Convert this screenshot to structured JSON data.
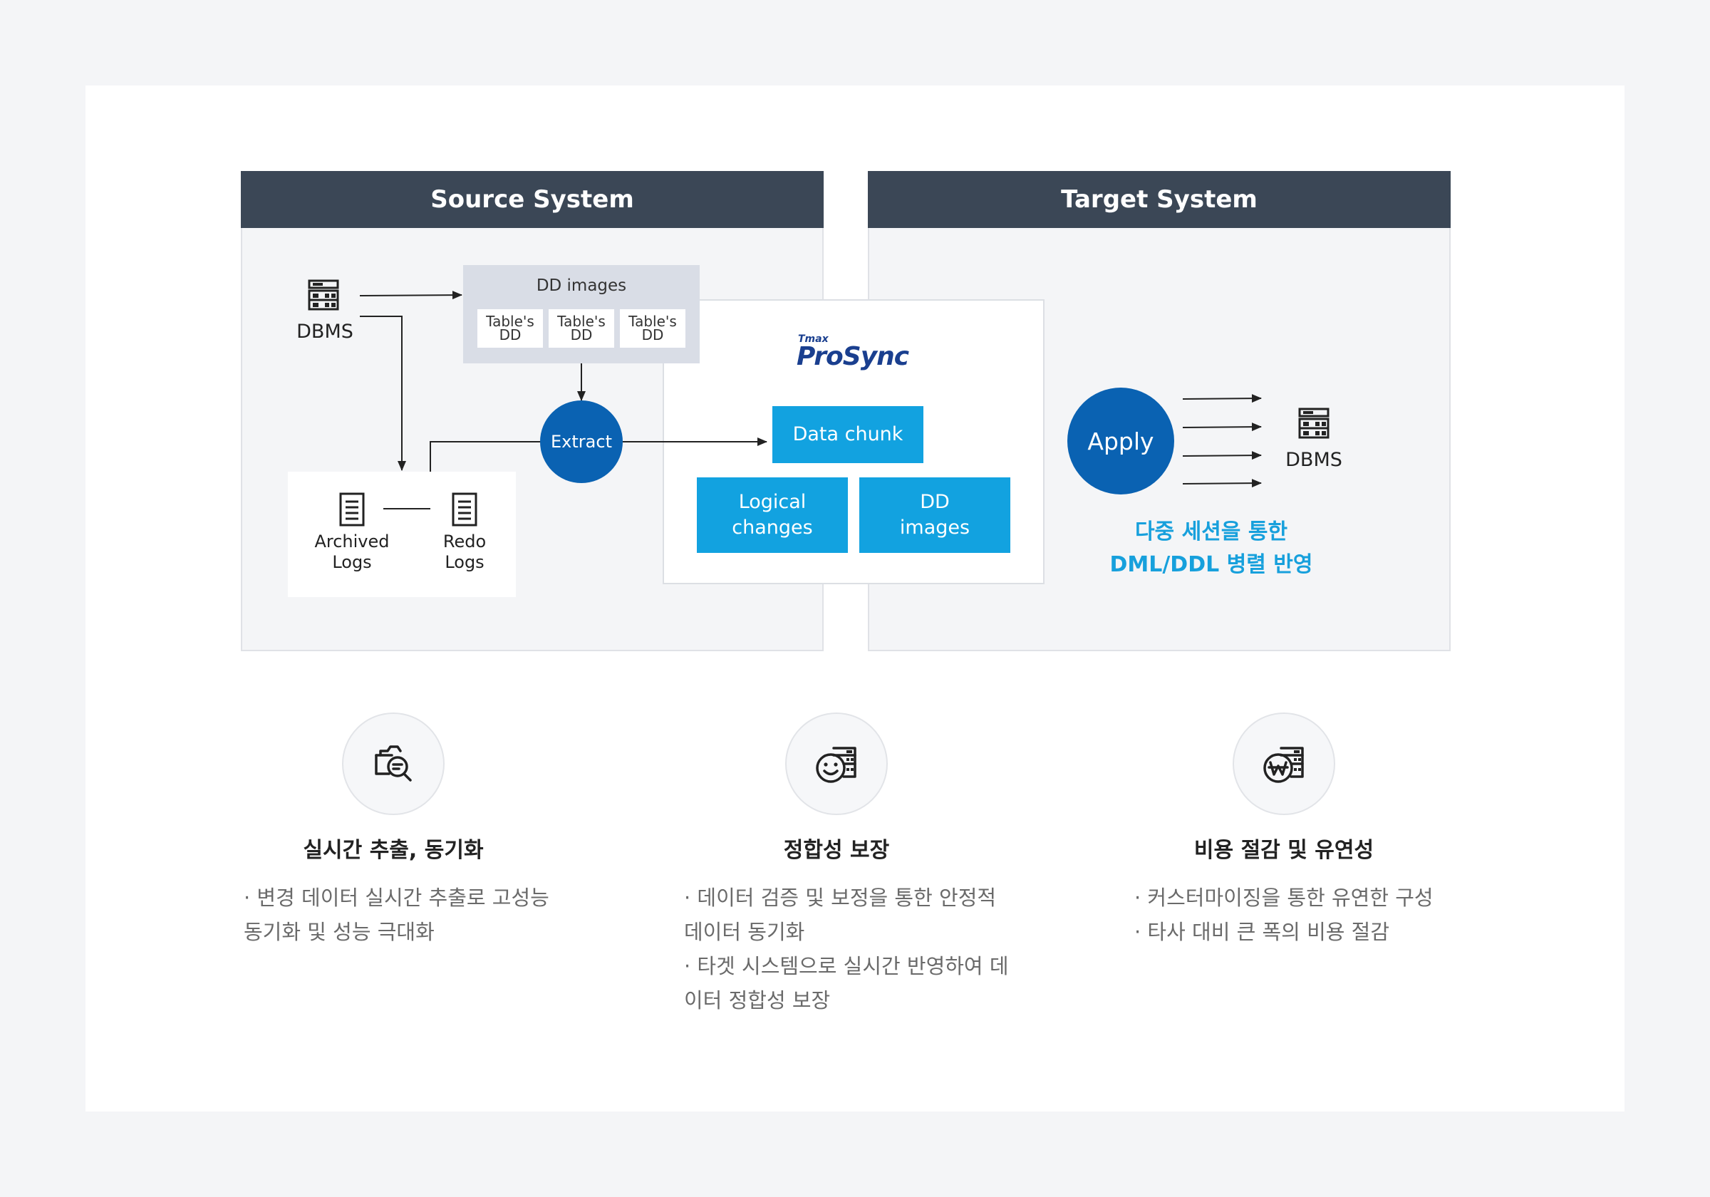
{
  "diagram": {
    "source_header": "Source System",
    "target_header": "Target System",
    "source_dbms_label": "DBMS",
    "dd_images": {
      "title": "DD images",
      "cells": [
        {
          "line1": "Table's",
          "line2": "DD"
        },
        {
          "line1": "Table's",
          "line2": "DD"
        },
        {
          "line1": "Table's",
          "line2": "DD"
        }
      ]
    },
    "archived_logs_label": "Archived\nLogs",
    "redo_logs_label": "Redo\nLogs",
    "extract_label": "Extract",
    "prosync": {
      "brand_small": "Tmax",
      "brand_name": "ProSync",
      "data_chunk": "Data chunk",
      "logical_changes": "Logical\nchanges",
      "dd_images": "DD\nimages"
    },
    "apply_label": "Apply",
    "target_dbms_label": "DBMS",
    "target_caption": "다중 세션을 통한\nDML/DDL 병렬 반영"
  },
  "features": [
    {
      "icon": "document-search-icon",
      "title": "실시간 추출, 동기화",
      "lines": [
        "· 변경 데이터 실시간 추출로 고성능",
        "동기화 및 성능 극대화"
      ]
    },
    {
      "icon": "smile-server-icon",
      "title": "정합성 보장",
      "lines": [
        "· 데이터 검증 및 보정을 통한 안정적",
        "데이터 동기화",
        "· 타겟 시스템으로 실시간 반영하여 데",
        "이터 정합성 보장"
      ]
    },
    {
      "icon": "won-server-icon",
      "title": "비용 절감 및 유연성",
      "lines": [
        "· 커스터마이징을 통한 유연한 구성",
        "· 타사 대비 큰 폭의 비용 절감"
      ]
    }
  ],
  "colors": {
    "header_bg": "#3b4756",
    "accent_blue": "#12a2e0",
    "circle_blue": "#0a62b2",
    "caption_blue": "#17a0dc"
  }
}
